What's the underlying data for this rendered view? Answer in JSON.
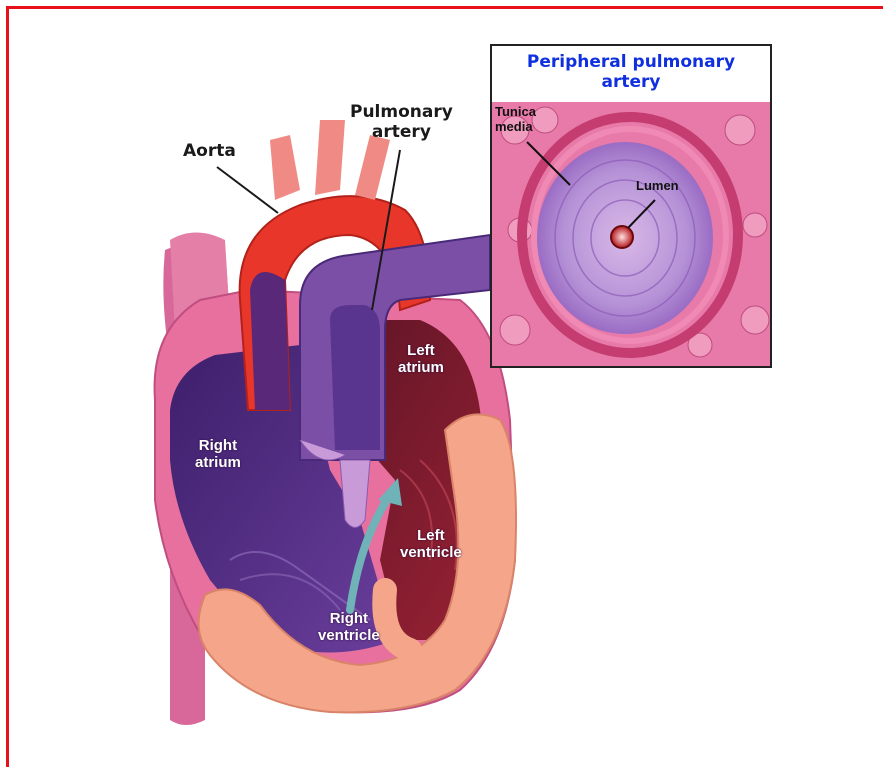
{
  "labels": {
    "aorta": "Aorta",
    "pulmonary_artery_line1": "Pulmonary",
    "pulmonary_artery_line2": "artery",
    "left_atrium_line1": "Left",
    "left_atrium_line2": "atrium",
    "right_atrium_line1": "Right",
    "right_atrium_line2": "atrium",
    "left_ventricle_line1": "Left",
    "left_ventricle_line2": "ventricle",
    "right_ventricle_line1": "Right",
    "right_ventricle_line2": "ventricle"
  },
  "inset": {
    "title_line1": "Peripheral pulmonary",
    "title_line2": "artery",
    "tunica_media_line1": "Tunica",
    "tunica_media_line2": "media",
    "lumen": "Lumen"
  },
  "colors": {
    "border": "#e8111a",
    "inset_title": "#1030e0",
    "aorta": "#e8372a",
    "pulmonary": "#7b4fa6",
    "myocardium": "#f4a58a",
    "right_chamber": "#4a2a78",
    "left_chamber": "#7a1a2a",
    "tissue": "#e77aa8"
  }
}
